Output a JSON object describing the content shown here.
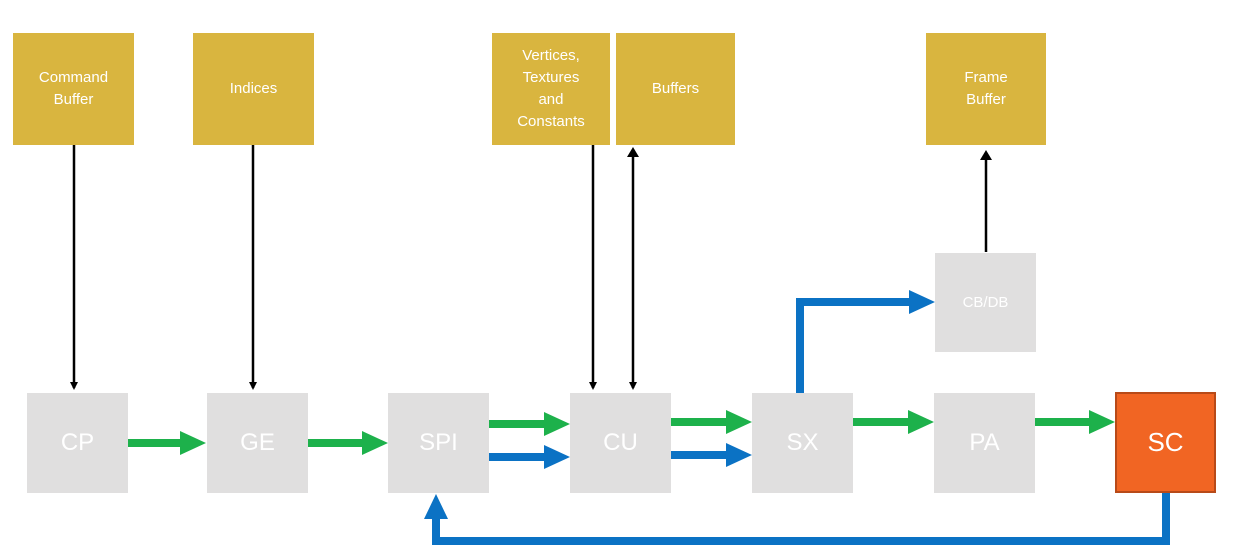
{
  "sources": {
    "command_buffer": "Command\nBuffer",
    "indices": "Indices",
    "vertices_textures_constants": "Vertices,\nTextures\nand\nConstants",
    "buffers": "Buffers",
    "frame_buffer": "Frame\nBuffer"
  },
  "stages": {
    "cp": "CP",
    "ge": "GE",
    "spi": "SPI",
    "cu": "CU",
    "sx": "SX",
    "pa": "PA",
    "sc": "SC",
    "cb_db": "CB/DB"
  },
  "colors": {
    "source_box": "#d9b53f",
    "stage_box": "#e0dfdf",
    "sc_box": "#f16523",
    "green_arrow": "#1db14b",
    "blue_arrow": "#0b72c4",
    "black_arrow": "#000000"
  }
}
